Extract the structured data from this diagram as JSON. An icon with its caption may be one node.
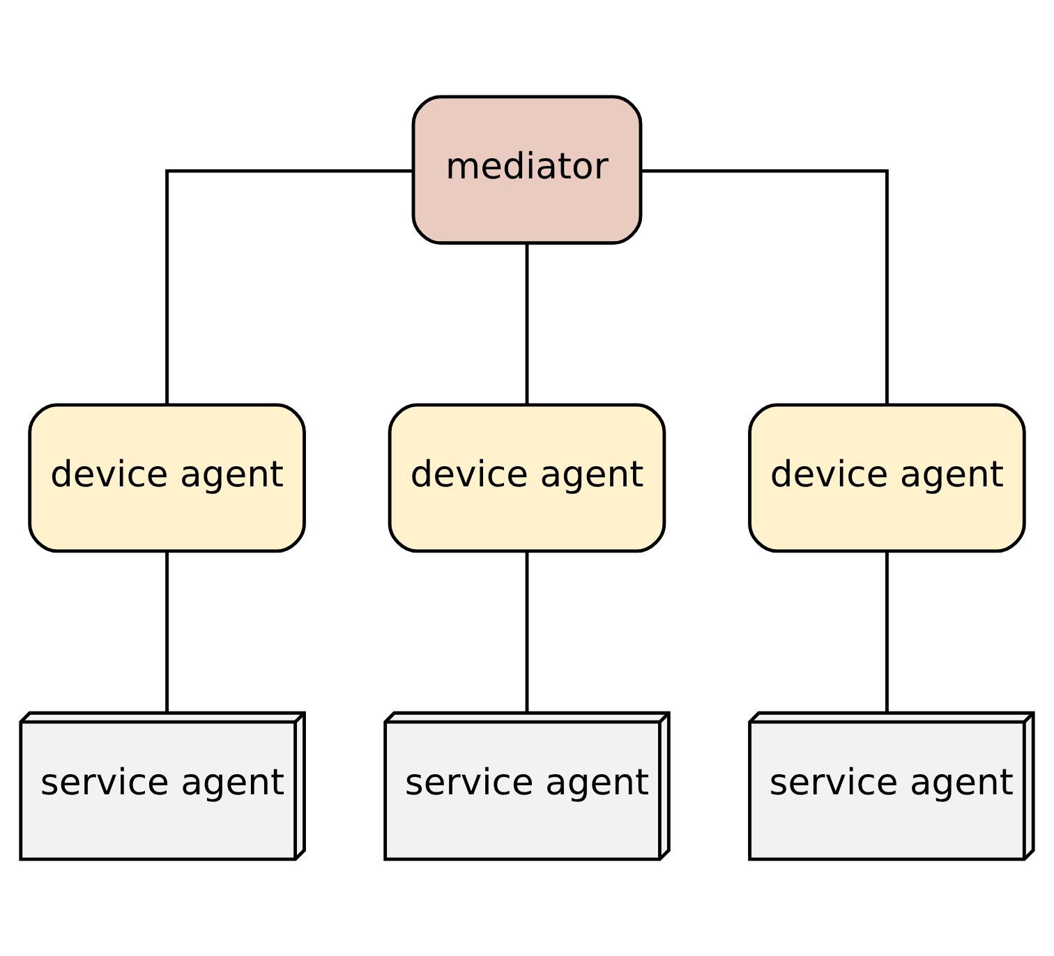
{
  "diagram": {
    "nodes": [
      {
        "text": [
          "mediator"
        ]
      },
      {
        "text": [
          "device agent"
        ]
      },
      {
        "text": [
          "device agent"
        ]
      },
      {
        "text": [
          "device agent"
        ]
      },
      {
        "text": [
          "service agent"
        ]
      },
      {
        "text": [
          "service agent"
        ]
      },
      {
        "text": [
          "service agent"
        ]
      }
    ],
    "edges": [
      {
        "from": 0,
        "to": 1,
        "arrow": "none"
      },
      {
        "from": 0,
        "to": 2,
        "arrow": "none"
      },
      {
        "from": 0,
        "to": 3,
        "arrow": "none"
      },
      {
        "from": 1,
        "to": 4,
        "arrow": "none"
      },
      {
        "from": 2,
        "to": 5,
        "arrow": "none"
      },
      {
        "from": 3,
        "to": 6,
        "arrow": "none"
      }
    ]
  }
}
